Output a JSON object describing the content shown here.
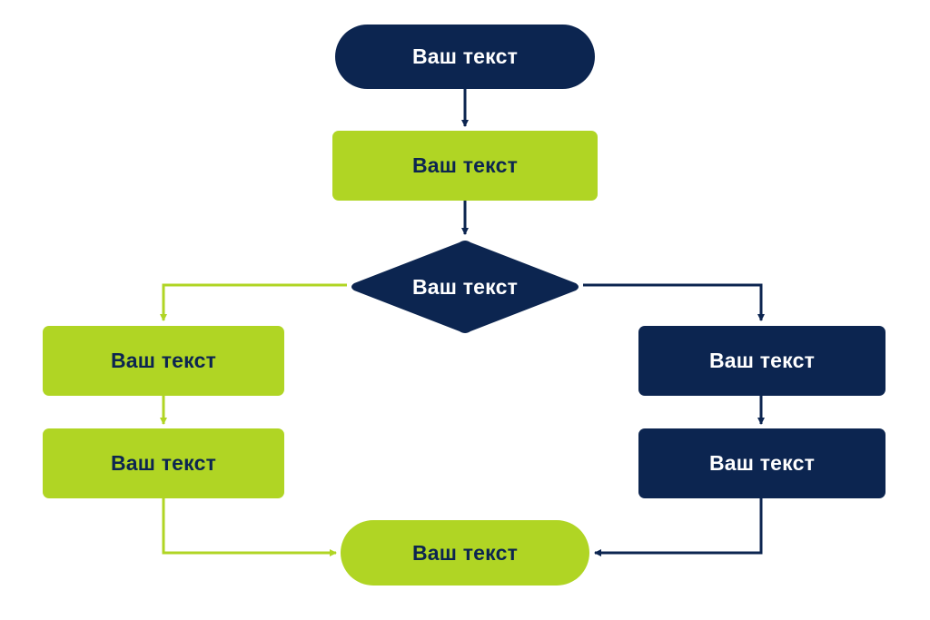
{
  "colors": {
    "dark": "#0c2550",
    "green": "#b0d524",
    "background": "#ffffff"
  },
  "nodes": {
    "start": {
      "label": "Ваш текст"
    },
    "process": {
      "label": "Ваш текст"
    },
    "decision": {
      "label": "Ваш текст"
    },
    "left_step_1": {
      "label": "Ваш текст"
    },
    "left_step_2": {
      "label": "Ваш текст"
    },
    "right_step_1": {
      "label": "Ваш текст"
    },
    "right_step_2": {
      "label": "Ваш текст"
    },
    "end": {
      "label": "Ваш текст"
    }
  }
}
